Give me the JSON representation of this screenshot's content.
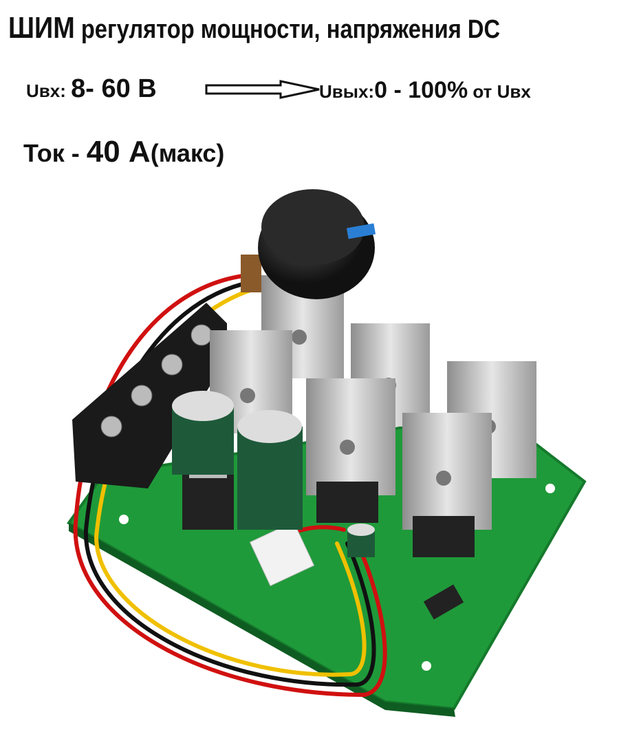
{
  "header": {
    "title_main": "ШИМ",
    "title_rest": "регулятор мощности, напряжения  DC"
  },
  "specs": {
    "input_label": "Uвх:",
    "input_value": "8- 60 В",
    "output_label": "Uвых:",
    "output_value": "0 - 100%",
    "output_suffix": "от Uвх",
    "current_label": "Ток -",
    "current_value": "40 А",
    "current_suffix": "(макс)"
  },
  "colors": {
    "pcb": "#1f9a3a",
    "heatsink": "#c9c9c9",
    "capacitor": "#1e5a3a",
    "knob_marker": "#2a7fd4",
    "wire_red": "#d01010",
    "wire_yellow": "#f0c000",
    "wire_black": "#111111"
  }
}
